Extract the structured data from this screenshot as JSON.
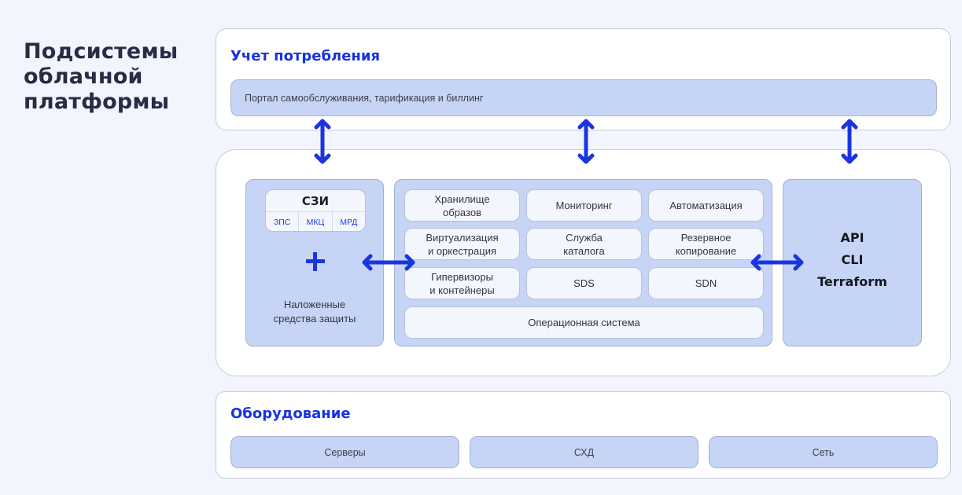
{
  "page": {
    "title_lines": [
      "Подсистемы",
      "облачной",
      "платформы"
    ]
  },
  "accounting": {
    "title": "Учет потребления",
    "portal_label": "Портал самообслуживания, тарификация и биллинг"
  },
  "security": {
    "szi_title": "СЗИ",
    "szi_items": [
      "ЗПС",
      "МКЦ",
      "МРД"
    ],
    "overlay_label_lines": [
      "Наложенные",
      "средства защиты"
    ]
  },
  "core": {
    "tiles": [
      [
        "Хранилище",
        "образов"
      ],
      [
        "Мониторинг"
      ],
      [
        "Автоматизация"
      ],
      [
        "Виртуализация",
        "и оркестрация"
      ],
      [
        "Служба",
        "каталога"
      ],
      [
        "Резервное",
        "копирование"
      ],
      [
        "Гипервизоры",
        "и контейнеры"
      ],
      [
        "SDS"
      ],
      [
        "SDN"
      ]
    ],
    "os_label": "Операционная система"
  },
  "interfaces": {
    "items": [
      "API",
      "CLI",
      "Terraform"
    ]
  },
  "hardware": {
    "title": "Оборудование",
    "items": [
      "Серверы",
      "СХД",
      "Сеть"
    ]
  },
  "colors": {
    "accent": "#1a35e0",
    "block_fill": "#c6d4f6",
    "tile_fill": "#f4f6fd",
    "background": "#f2f5fd"
  }
}
